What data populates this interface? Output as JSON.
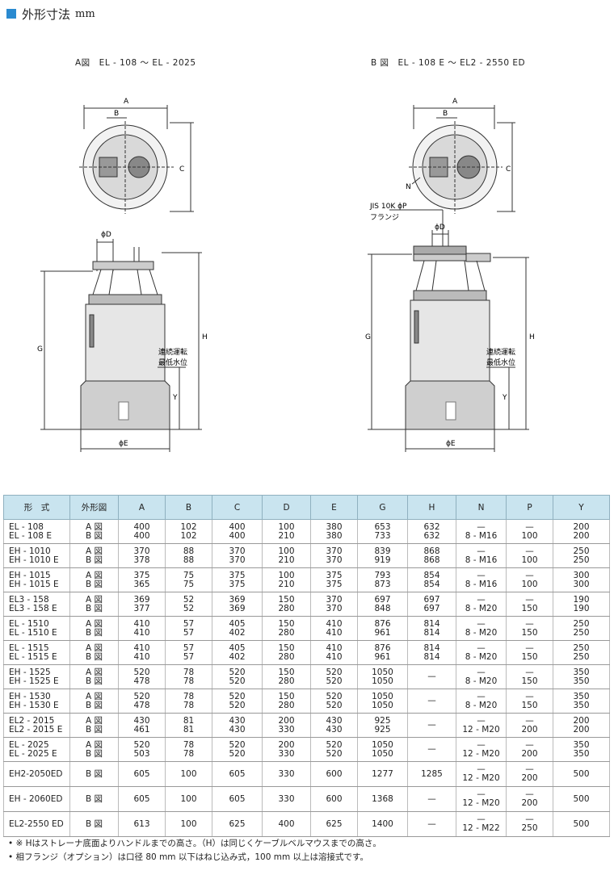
{
  "header": {
    "title": "外形寸法",
    "unit": "mm"
  },
  "diagram_a": {
    "caption": "A図　EL - 108 ～ EL - 2025"
  },
  "diagram_b": {
    "caption": "B 図　EL - 108 E ～ EL2 - 2550 ED"
  },
  "labels": {
    "A": "A",
    "B": "B",
    "C": "C",
    "D": "ϕD",
    "E": "ϕE",
    "G": "G",
    "H": "H",
    "Y": "Y",
    "N": "N",
    "flange_jis": "JIS 10K ϕP",
    "flange": "フランジ",
    "water_level_1": "連続運転",
    "water_level_2": "最低水位"
  },
  "table": {
    "headers": [
      "形　式",
      "外形図",
      "A",
      "B",
      "C",
      "D",
      "E",
      "G",
      "H",
      "N",
      "P",
      "Y"
    ],
    "rows": [
      {
        "model": [
          "EL - 108",
          "EL - 108 E"
        ],
        "fig": [
          "A 図",
          "B 図"
        ],
        "A": [
          "400",
          "400"
        ],
        "B": [
          "102",
          "102"
        ],
        "C": [
          "400",
          "400"
        ],
        "D": [
          "100",
          "210"
        ],
        "E": [
          "380",
          "380"
        ],
        "G": [
          "653",
          "733"
        ],
        "H": [
          "632",
          "632"
        ],
        "N": [
          "—",
          "8 - M16"
        ],
        "P": [
          "—",
          "100"
        ],
        "Y": [
          "200",
          "200"
        ]
      },
      {
        "model": [
          "EH - 1010",
          "EH - 1010 E"
        ],
        "fig": [
          "A 図",
          "B 図"
        ],
        "A": [
          "370",
          "378"
        ],
        "B": [
          "88",
          "88"
        ],
        "C": [
          "370",
          "370"
        ],
        "D": [
          "100",
          "210"
        ],
        "E": [
          "370",
          "370"
        ],
        "G": [
          "839",
          "919"
        ],
        "H": [
          "868",
          "868"
        ],
        "N": [
          "—",
          "8 - M16"
        ],
        "P": [
          "—",
          "100"
        ],
        "Y": [
          "250",
          "250"
        ]
      },
      {
        "model": [
          "EH - 1015",
          "EH - 1015 E"
        ],
        "fig": [
          "A 図",
          "B 図"
        ],
        "A": [
          "375",
          "365"
        ],
        "B": [
          "75",
          "75"
        ],
        "C": [
          "375",
          "375"
        ],
        "D": [
          "100",
          "210"
        ],
        "E": [
          "375",
          "375"
        ],
        "G": [
          "793",
          "873"
        ],
        "H": [
          "854",
          "854"
        ],
        "N": [
          "—",
          "8 - M16"
        ],
        "P": [
          "—",
          "100"
        ],
        "Y": [
          "300",
          "300"
        ]
      },
      {
        "model": [
          "EL3 - 158",
          "EL3 - 158 E"
        ],
        "fig": [
          "A 図",
          "B 図"
        ],
        "A": [
          "369",
          "377"
        ],
        "B": [
          "52",
          "52"
        ],
        "C": [
          "369",
          "369"
        ],
        "D": [
          "150",
          "280"
        ],
        "E": [
          "370",
          "370"
        ],
        "G": [
          "697",
          "848"
        ],
        "H": [
          "697",
          "697"
        ],
        "N": [
          "—",
          "8 - M20"
        ],
        "P": [
          "—",
          "150"
        ],
        "Y": [
          "190",
          "190"
        ]
      },
      {
        "model": [
          "EL - 1510",
          "EL - 1510 E"
        ],
        "fig": [
          "A 図",
          "B 図"
        ],
        "A": [
          "410",
          "410"
        ],
        "B": [
          "57",
          "57"
        ],
        "C": [
          "405",
          "402"
        ],
        "D": [
          "150",
          "280"
        ],
        "E": [
          "410",
          "410"
        ],
        "G": [
          "876",
          "961"
        ],
        "H": [
          "814",
          "814"
        ],
        "N": [
          "—",
          "8 - M20"
        ],
        "P": [
          "—",
          "150"
        ],
        "Y": [
          "250",
          "250"
        ]
      },
      {
        "model": [
          "EL - 1515",
          "EL - 1515 E"
        ],
        "fig": [
          "A 図",
          "B 図"
        ],
        "A": [
          "410",
          "410"
        ],
        "B": [
          "57",
          "57"
        ],
        "C": [
          "405",
          "402"
        ],
        "D": [
          "150",
          "280"
        ],
        "E": [
          "410",
          "410"
        ],
        "G": [
          "876",
          "961"
        ],
        "H": [
          "814",
          "814"
        ],
        "N": [
          "—",
          "8 - M20"
        ],
        "P": [
          "—",
          "150"
        ],
        "Y": [
          "250",
          "250"
        ]
      },
      {
        "model": [
          "EH - 1525",
          "EH - 1525 E"
        ],
        "fig": [
          "A 図",
          "B 図"
        ],
        "A": [
          "520",
          "478"
        ],
        "B": [
          "78",
          "78"
        ],
        "C": [
          "520",
          "520"
        ],
        "D": [
          "150",
          "280"
        ],
        "E": [
          "520",
          "520"
        ],
        "G": [
          "1050",
          "1050"
        ],
        "H": [
          "—"
        ],
        "N": [
          "—",
          "8 - M20"
        ],
        "P": [
          "—",
          "150"
        ],
        "Y": [
          "350",
          "350"
        ]
      },
      {
        "model": [
          "EH - 1530",
          "EH - 1530 E"
        ],
        "fig": [
          "A 図",
          "B 図"
        ],
        "A": [
          "520",
          "478"
        ],
        "B": [
          "78",
          "78"
        ],
        "C": [
          "520",
          "520"
        ],
        "D": [
          "150",
          "280"
        ],
        "E": [
          "520",
          "520"
        ],
        "G": [
          "1050",
          "1050"
        ],
        "H": [
          "—"
        ],
        "N": [
          "—",
          "8 - M20"
        ],
        "P": [
          "—",
          "150"
        ],
        "Y": [
          "350",
          "350"
        ]
      },
      {
        "model": [
          "EL2 - 2015",
          "EL2 - 2015 E"
        ],
        "fig": [
          "A 図",
          "B 図"
        ],
        "A": [
          "430",
          "461"
        ],
        "B": [
          "81",
          "81"
        ],
        "C": [
          "430",
          "430"
        ],
        "D": [
          "200",
          "330"
        ],
        "E": [
          "430",
          "430"
        ],
        "G": [
          "925",
          "925"
        ],
        "H": [
          "—"
        ],
        "N": [
          "—",
          "12 - M20"
        ],
        "P": [
          "—",
          "200"
        ],
        "Y": [
          "200",
          "200"
        ]
      },
      {
        "model": [
          "EL - 2025",
          "EL - 2025 E"
        ],
        "fig": [
          "A 図",
          "B 図"
        ],
        "A": [
          "520",
          "503"
        ],
        "B": [
          "78",
          "78"
        ],
        "C": [
          "520",
          "520"
        ],
        "D": [
          "200",
          "330"
        ],
        "E": [
          "520",
          "520"
        ],
        "G": [
          "1050",
          "1050"
        ],
        "H": [
          "—"
        ],
        "N": [
          "—",
          "12 - M20"
        ],
        "P": [
          "—",
          "200"
        ],
        "Y": [
          "350",
          "350"
        ]
      },
      {
        "model": [
          "EH2-2050ED"
        ],
        "fig": [
          "B 図"
        ],
        "A": [
          "605"
        ],
        "B": [
          "100"
        ],
        "C": [
          "605"
        ],
        "D": [
          "330"
        ],
        "E": [
          "600"
        ],
        "G": [
          "1277"
        ],
        "H": [
          "1285"
        ],
        "N": [
          "—",
          "12 - M20"
        ],
        "P": [
          "—",
          "200"
        ],
        "Y": [
          "500"
        ]
      },
      {
        "model": [
          "EH - 2060ED"
        ],
        "fig": [
          "B 図"
        ],
        "A": [
          "605"
        ],
        "B": [
          "100"
        ],
        "C": [
          "605"
        ],
        "D": [
          "330"
        ],
        "E": [
          "600"
        ],
        "G": [
          "1368"
        ],
        "H": [
          "—"
        ],
        "N": [
          "—",
          "12 - M20"
        ],
        "P": [
          "—",
          "200"
        ],
        "Y": [
          "500"
        ]
      },
      {
        "model": [
          "EL2-2550 ED"
        ],
        "fig": [
          "B 図"
        ],
        "A": [
          "613"
        ],
        "B": [
          "100"
        ],
        "C": [
          "625"
        ],
        "D": [
          "400"
        ],
        "E": [
          "625"
        ],
        "G": [
          "1400"
        ],
        "H": [
          "—"
        ],
        "N": [
          "—",
          "12 - M22"
        ],
        "P": [
          "—",
          "250"
        ],
        "Y": [
          "500"
        ]
      }
    ]
  },
  "notes": [
    "• ※ Hはストレーナ底面よりハンドルまでの高さ。（H）は同じくケーブルベルマウスまでの高さ。",
    "• 相フランジ（オプション）は口径 80 mm 以下はねじ込み式，100 mm 以上は溶接式です。"
  ]
}
